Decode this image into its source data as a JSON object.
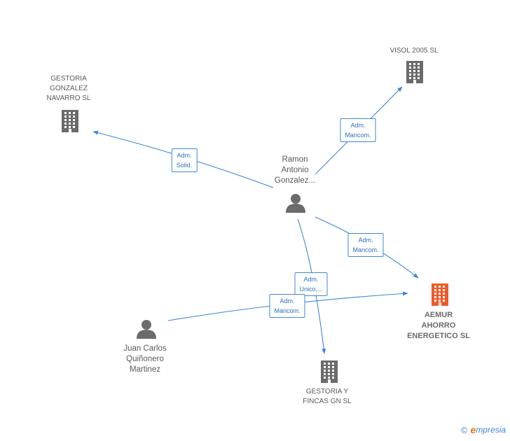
{
  "colors": {
    "edge": "#3f86d3",
    "node": "#6b6b6b",
    "highlight": "#f05a28"
  },
  "nodes": {
    "visol": {
      "label": "VISOL 2005  SL",
      "type": "company",
      "icon": "building-icon"
    },
    "gestoria_gonzalez": {
      "label": "GESTORIA\nGONZALEZ\nNAVARRO SL",
      "type": "company",
      "icon": "building-icon"
    },
    "ramon": {
      "label": "Ramon\nAntonio\nGonzalez...",
      "type": "person",
      "icon": "person-icon"
    },
    "aemur": {
      "label": "AEMUR\nAHORRO\nENERGETICO SL",
      "type": "company",
      "icon": "building-icon",
      "highlight": true
    },
    "juan_carlos": {
      "label": "Juan Carlos\nQuiñonero\nMartinez",
      "type": "person",
      "icon": "person-icon"
    },
    "gestoria_fincas": {
      "label": "GESTORIA Y\nFINCAS GN SL",
      "type": "company",
      "icon": "building-icon"
    }
  },
  "edges": [
    {
      "from": "ramon",
      "to": "gestoria_gonzalez",
      "label": "Adm.\nSolid."
    },
    {
      "from": "ramon",
      "to": "visol",
      "label": "Adm.\nMancom."
    },
    {
      "from": "ramon",
      "to": "aemur",
      "label": "Adm.\nMancom."
    },
    {
      "from": "ramon",
      "to": "gestoria_fincas",
      "label": "Adm.\nUnico,..."
    },
    {
      "from": "juan_carlos",
      "to": "aemur",
      "label": "Adm.\nMancom."
    }
  ],
  "footer": {
    "copyright": "©",
    "brand_first": "e",
    "brand_rest": "mpresia"
  }
}
